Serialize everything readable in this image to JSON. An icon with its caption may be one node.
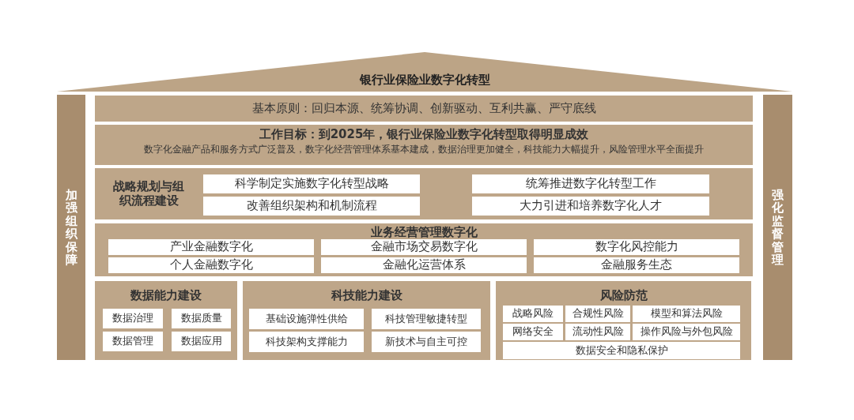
{
  "diagram": {
    "nodes": [
      {
        "text": [
          "银行业保险业数字化转型"
        ]
      },
      {
        "text": [
          "加强组织保障"
        ]
      },
      {
        "text": [
          "强化监督管理"
        ]
      },
      {
        "text": [
          "基本原则：回归本源、统筹协调、创新驱动、互利共赢、严守底线"
        ]
      },
      {
        "text": [
          "工作目标：到2025年，银行业保险业数字化转型取得明显成效",
          "数字化金融产品和服务方式广泛普及，数字化经营管理体系基本建成，数据治理更加健全，科技能力大幅提升，风险管理水平全面提升"
        ]
      },
      {
        "text": [
          "战略规划与组织流程建设"
        ]
      },
      {
        "text": [
          "科学制定实施数字化转型战略"
        ],
        "in": 5
      },
      {
        "text": [
          "统筹推进数字化转型工作"
        ],
        "in": 5
      },
      {
        "text": [
          "改善组织架构和机制流程"
        ],
        "in": 5
      },
      {
        "text": [
          "大力引进和培养数字化人才"
        ],
        "in": 5
      },
      {
        "text": [
          "业务经营管理数字化"
        ]
      },
      {
        "text": [
          "产业金融数字化"
        ],
        "in": 10
      },
      {
        "text": [
          "金融市场交易数字化"
        ],
        "in": 10
      },
      {
        "text": [
          "数字化风控能力"
        ],
        "in": 10
      },
      {
        "text": [
          "个人金融数字化"
        ],
        "in": 10
      },
      {
        "text": [
          "金融化运营体系"
        ],
        "in": 10
      },
      {
        "text": [
          "金融服务生态"
        ],
        "in": 10
      },
      {
        "text": [
          "数据能力建设"
        ]
      },
      {
        "text": [
          "数据治理"
        ],
        "in": 17
      },
      {
        "text": [
          "数据质量"
        ],
        "in": 17
      },
      {
        "text": [
          "数据管理"
        ],
        "in": 17
      },
      {
        "text": [
          "数据应用"
        ],
        "in": 17
      },
      {
        "text": [
          "科技能力建设"
        ]
      },
      {
        "text": [
          "基础设施弹性供给"
        ],
        "in": 22
      },
      {
        "text": [
          "科技管理敏捷转型"
        ],
        "in": 22
      },
      {
        "text": [
          "科技架构支撑能力"
        ],
        "in": 22
      },
      {
        "text": [
          "新技术与自主可控"
        ],
        "in": 22
      },
      {
        "text": [
          "风险防范"
        ]
      },
      {
        "text": [
          "战略风险"
        ],
        "in": 27
      },
      {
        "text": [
          "合规性风险"
        ],
        "in": 27
      },
      {
        "text": [
          "模型和算法风险"
        ],
        "in": 27
      },
      {
        "text": [
          "网络安全"
        ],
        "in": 27
      },
      {
        "text": [
          "流动性风险"
        ],
        "in": 27
      },
      {
        "text": [
          "操作风险与外包风险"
        ],
        "in": 27
      },
      {
        "text": [
          "数据安全和隐私保护"
        ],
        "in": 27
      }
    ]
  }
}
